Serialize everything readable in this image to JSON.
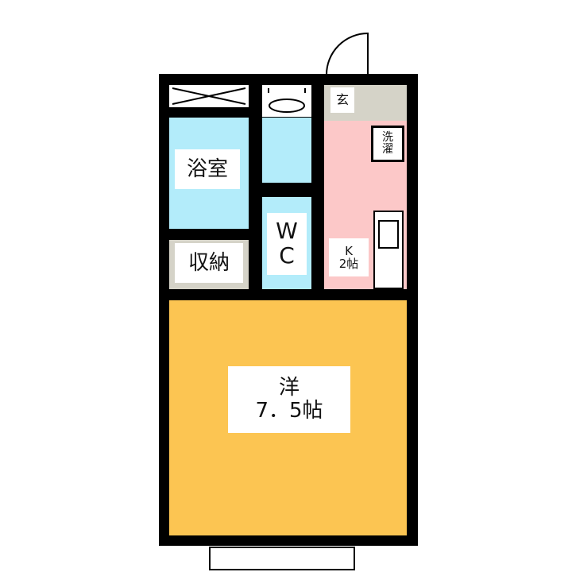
{
  "floorplan": {
    "rooms": [
      {
        "id": "bath",
        "label": "浴室",
        "color": "#b3ecfa"
      },
      {
        "id": "washroom",
        "label": "",
        "color": "#b3ecfa"
      },
      {
        "id": "wc",
        "label_line1": "W",
        "label_line2": "C",
        "color": "#b3ecfa"
      },
      {
        "id": "storage",
        "label": "収納",
        "color": "#d5d3c8"
      },
      {
        "id": "entrance",
        "label": "玄",
        "color": "#d5d3c8"
      },
      {
        "id": "laundry",
        "label_line1": "洗",
        "label_line2": "濯",
        "color": "#ffffff"
      },
      {
        "id": "kitchen",
        "label_line1": "K",
        "label_line2": "2帖",
        "color": "#fcc8c8"
      },
      {
        "id": "western",
        "label_line1": "洋",
        "label_line2": "7．5帖",
        "color": "#fcc552"
      }
    ]
  }
}
